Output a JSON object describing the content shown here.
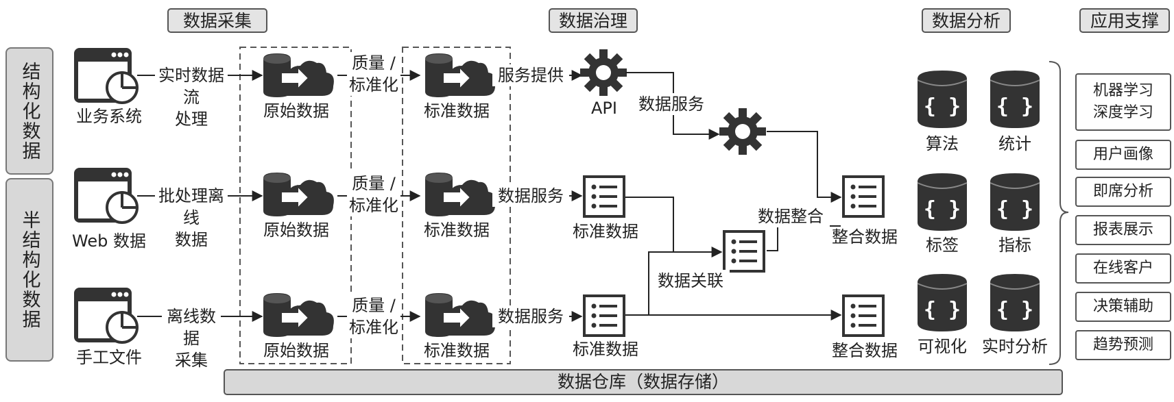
{
  "headers": {
    "collect": "数据采集",
    "govern": "数据治理",
    "analyze": "数据分析",
    "apply": "应用支撑"
  },
  "side_groups": {
    "structured": "结构化数据",
    "semi": "半结构化数据"
  },
  "sources": [
    "业务系统",
    "Web 数据",
    "手工文件"
  ],
  "ingest": [
    "实时数据流\n处理",
    "批处理离线\n数据",
    "离线数据\n采集"
  ],
  "raw_label": "原始数据",
  "quality_label": "质量 /\n标准化",
  "std_label": "标准数据",
  "provide": [
    "服务提供",
    "数据服务",
    "数据服务"
  ],
  "api_label": "API",
  "data_service": "数据服务",
  "std_out": [
    "标准数据",
    "标准数据"
  ],
  "relate": "数据关联",
  "integrate": "数据整合",
  "integrated": [
    "整合数据",
    "整合数据"
  ],
  "analysis": [
    "算法",
    "统计",
    "标签",
    "指标",
    "可视化",
    "实时分析"
  ],
  "apps": [
    "机器学习\n深度学习",
    "用户画像",
    "即席分析",
    "报表展示",
    "在线客户",
    "决策辅助",
    "趋势预测"
  ],
  "warehouse": "数据仓库（数据存储）"
}
